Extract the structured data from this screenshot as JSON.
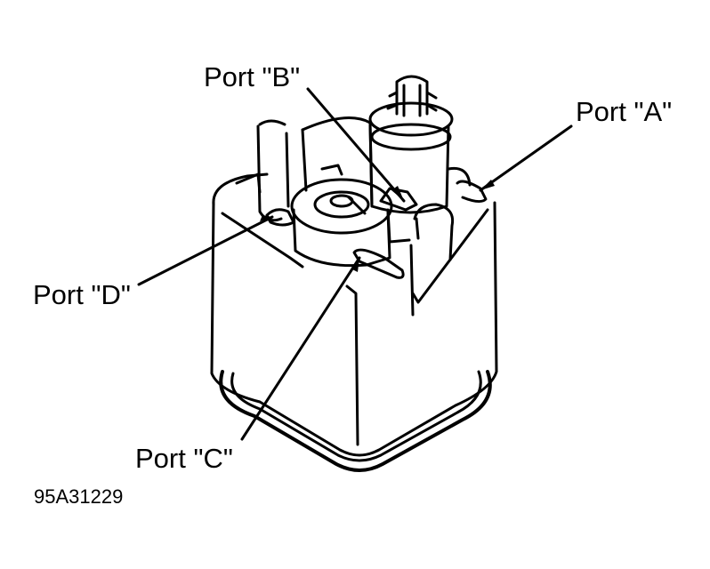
{
  "labels": {
    "port_a": "Port \"A\"",
    "port_b": "Port \"B\"",
    "port_c": "Port \"C\"",
    "port_d": "Port \"D\""
  },
  "figure_code": "95A31229",
  "colors": {
    "line": "#000000",
    "background": "#ffffff"
  }
}
